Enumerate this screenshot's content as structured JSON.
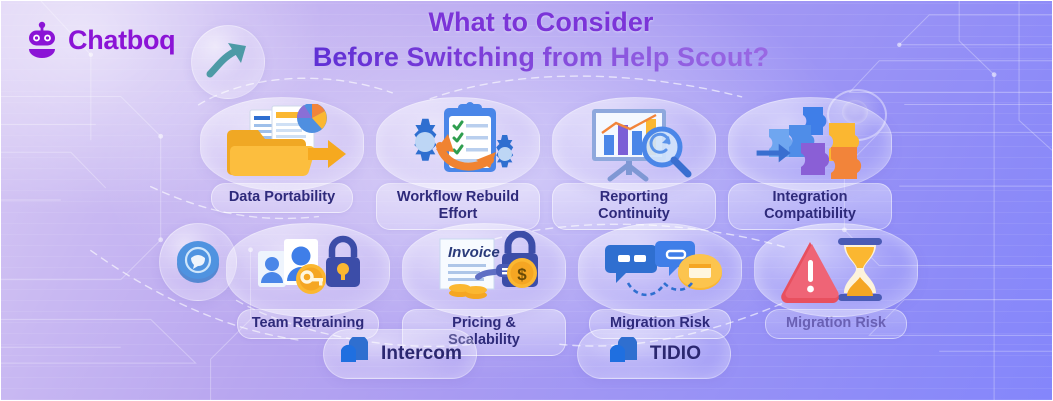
{
  "brand": {
    "name": "Chatboq",
    "logo_icon": "robot-head-icon",
    "color": "#8b14d6"
  },
  "header": {
    "title_line1": "What to Consider",
    "title_line2": "Before Switching from Help Scout?",
    "title_color": "#7b34d8"
  },
  "decorations": [
    {
      "name": "growth-arrow-bubble",
      "icon": "up-arrow-icon",
      "color": "#4a9fa8"
    },
    {
      "name": "chat-badge-bubble",
      "icon": "chat-bubble-icon",
      "color": "#4f90df"
    },
    {
      "name": "ring-decoration",
      "icon": "ring-icon"
    }
  ],
  "rows": [
    {
      "name": "considerations-row-1",
      "cards": [
        {
          "label": "Data Portability",
          "icon": "folder-documents-chart-icon"
        },
        {
          "label": "Workflow Rebuild Effort",
          "icon": "gears-checklist-icon"
        },
        {
          "label": "Reporting Continuity",
          "icon": "bar-chart-magnifier-icon"
        },
        {
          "label": "Integration Compatibility",
          "icon": "puzzle-pieces-icon"
        }
      ]
    },
    {
      "name": "considerations-row-2",
      "cards": [
        {
          "label": "Team Retraining",
          "icon": "users-lock-key-icon"
        },
        {
          "label": "Pricing & Scalability",
          "icon": "invoice-lock-dollar-icon",
          "icon_text": "Invoice"
        },
        {
          "label": "Migration Risk",
          "icon": "chat-bubbles-transfer-icon"
        },
        {
          "label": "Migration Risk",
          "icon": "warning-hourglass-icon",
          "muted": true
        }
      ]
    }
  ],
  "alternatives": {
    "name": "alternative-platforms",
    "items": [
      {
        "label": "Intercom",
        "icon": "intercom-logo-icon",
        "color": "#1f6fe0"
      },
      {
        "label": "TIDIO",
        "icon": "tidio-logo-icon",
        "color": "#1f6fe0"
      }
    ]
  },
  "palette": {
    "bg_start": "#d9cbf4",
    "bg_end": "#8486fb",
    "pill_text": "#2e2a7a",
    "pill_text_muted": "#6a61b4"
  }
}
